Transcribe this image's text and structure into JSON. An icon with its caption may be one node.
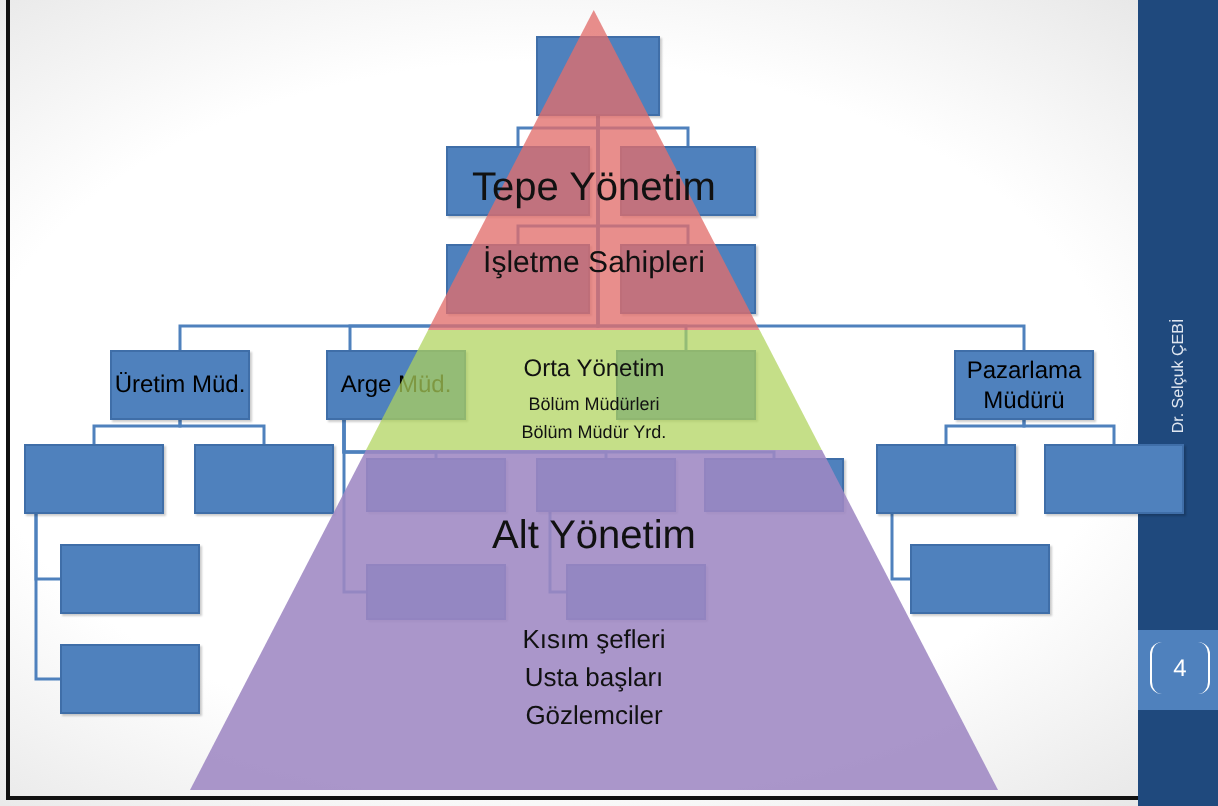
{
  "diagram": {
    "nodes": [
      {
        "text": [
          "Tepe Yönetim",
          "İşletme Sahipleri"
        ]
      },
      {
        "text": [],
        "shape": "box",
        "in": 0
      },
      {
        "text": [],
        "shape": "box",
        "in": 0
      },
      {
        "text": [],
        "shape": "box",
        "in": 0
      },
      {
        "text": [],
        "shape": "box",
        "in": 0
      },
      {
        "text": [],
        "shape": "box",
        "in": 0
      },
      {
        "text": [
          "Üretim Müd."
        ]
      },
      {
        "text": [
          "Arge Müd."
        ]
      },
      {
        "text": [
          "Orta Yönetim",
          "Bölüm Müdürleri",
          "Bölüm Müdür Yrd."
        ]
      },
      {
        "text": [],
        "shape": "box",
        "in": 8
      },
      {
        "text": [
          "Pazarlama Müdürü"
        ]
      },
      {
        "text": [],
        "shape": "box"
      },
      {
        "text": [],
        "shape": "box"
      },
      {
        "text": [],
        "shape": "box"
      },
      {
        "text": [],
        "shape": "box"
      },
      {
        "text": [
          "Alt Yönetim",
          "Kısım şefleri",
          "Usta başları",
          "Gözlemciler"
        ]
      },
      {
        "text": [],
        "shape": "box",
        "in": 15
      },
      {
        "text": [],
        "shape": "box",
        "in": 15
      },
      {
        "text": [],
        "shape": "box",
        "in": 15
      },
      {
        "text": [],
        "shape": "box",
        "in": 15
      },
      {
        "text": [],
        "shape": "box",
        "in": 15
      },
      {
        "text": [],
        "shape": "box"
      },
      {
        "text": [],
        "shape": "box"
      },
      {
        "text": [],
        "shape": "box"
      }
    ],
    "edges": [
      {
        "from": 1,
        "to": 2,
        "arrow": "none"
      },
      {
        "from": 1,
        "to": 3,
        "arrow": "none"
      },
      {
        "from": 1,
        "to": 4,
        "arrow": "none"
      },
      {
        "from": 1,
        "to": 5,
        "arrow": "none"
      },
      {
        "from": 1,
        "to": 6,
        "arrow": "none"
      },
      {
        "from": 1,
        "to": 7,
        "arrow": "none"
      },
      {
        "from": 1,
        "to": 9,
        "arrow": "none"
      },
      {
        "from": 1,
        "to": 10,
        "arrow": "none"
      },
      {
        "from": 6,
        "to": 11,
        "arrow": "none"
      },
      {
        "from": 6,
        "to": 12,
        "arrow": "none"
      },
      {
        "from": 11,
        "to": 13,
        "arrow": "none"
      },
      {
        "from": 11,
        "to": 14,
        "arrow": "none"
      },
      {
        "from": 7,
        "to": 16,
        "arrow": "none"
      },
      {
        "from": 7,
        "to": 17,
        "arrow": "none"
      },
      {
        "from": 7,
        "to": 18,
        "arrow": "none"
      },
      {
        "from": 7,
        "to": 19,
        "arrow": "none"
      },
      {
        "from": 17,
        "to": 20,
        "arrow": "none"
      },
      {
        "from": 10,
        "to": 21,
        "arrow": "none"
      },
      {
        "from": 10,
        "to": 22,
        "arrow": "none"
      },
      {
        "from": 21,
        "to": 23,
        "arrow": "none"
      }
    ],
    "labels": [
      "Dr. Selçuk ÇEBİ",
      "4"
    ]
  }
}
